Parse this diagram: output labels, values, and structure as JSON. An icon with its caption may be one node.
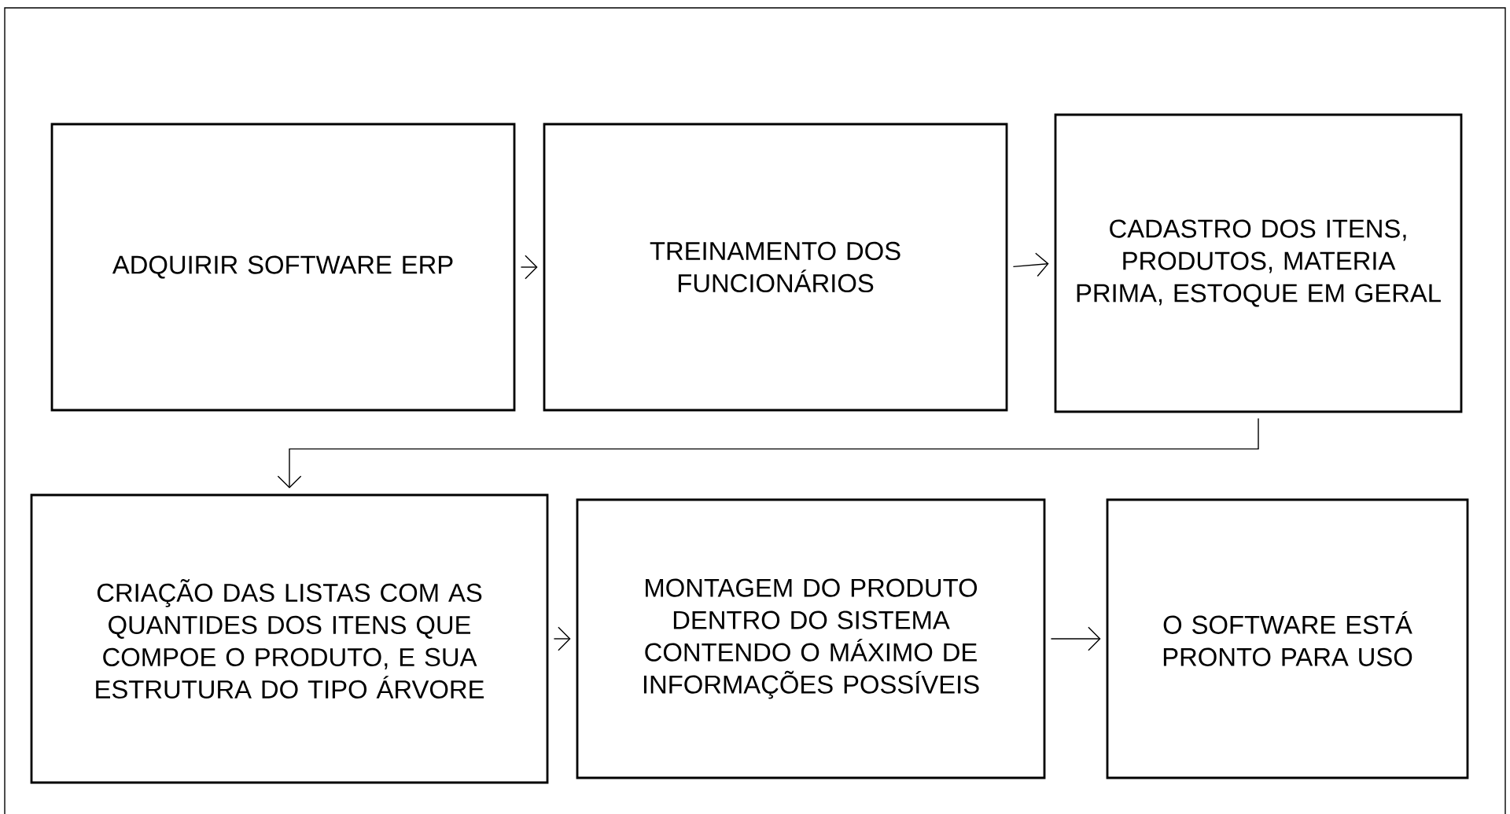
{
  "diagram": {
    "nodes": [
      {
        "text": [
          "ADQUIRIR SOFTWARE ERP"
        ]
      },
      {
        "text": [
          "TREINAMENTO DOS FUNCIONÁRIOS"
        ]
      },
      {
        "text": [
          "CADASTRO DOS ITENS, PRODUTOS, MATERIA PRIMA, ESTOQUE EM GERAL"
        ]
      },
      {
        "text": [
          "CRIAÇÃO DAS LISTAS COM AS QUANTIDES DOS ITENS QUE COMPOE O PRODUTO, E SUA ESTRUTURA DO TIPO ÁRVORE"
        ]
      },
      {
        "text": [
          "MONTAGEM DO PRODUTO DENTRO DO SISTEMA CONTENDO O MÁXIMO DE INFORMAÇÕES POSSÍVEIS"
        ]
      },
      {
        "text": [
          "O SOFTWARE ESTÁ PRONTO PARA USO"
        ]
      }
    ],
    "edges": [
      {
        "from": 0,
        "to": 1,
        "arrow": "to"
      },
      {
        "from": 1,
        "to": 2,
        "arrow": "to"
      },
      {
        "from": 2,
        "to": 3,
        "arrow": "to"
      },
      {
        "from": 3,
        "to": 4,
        "arrow": "to"
      },
      {
        "from": 4,
        "to": 5,
        "arrow": "to"
      }
    ]
  }
}
